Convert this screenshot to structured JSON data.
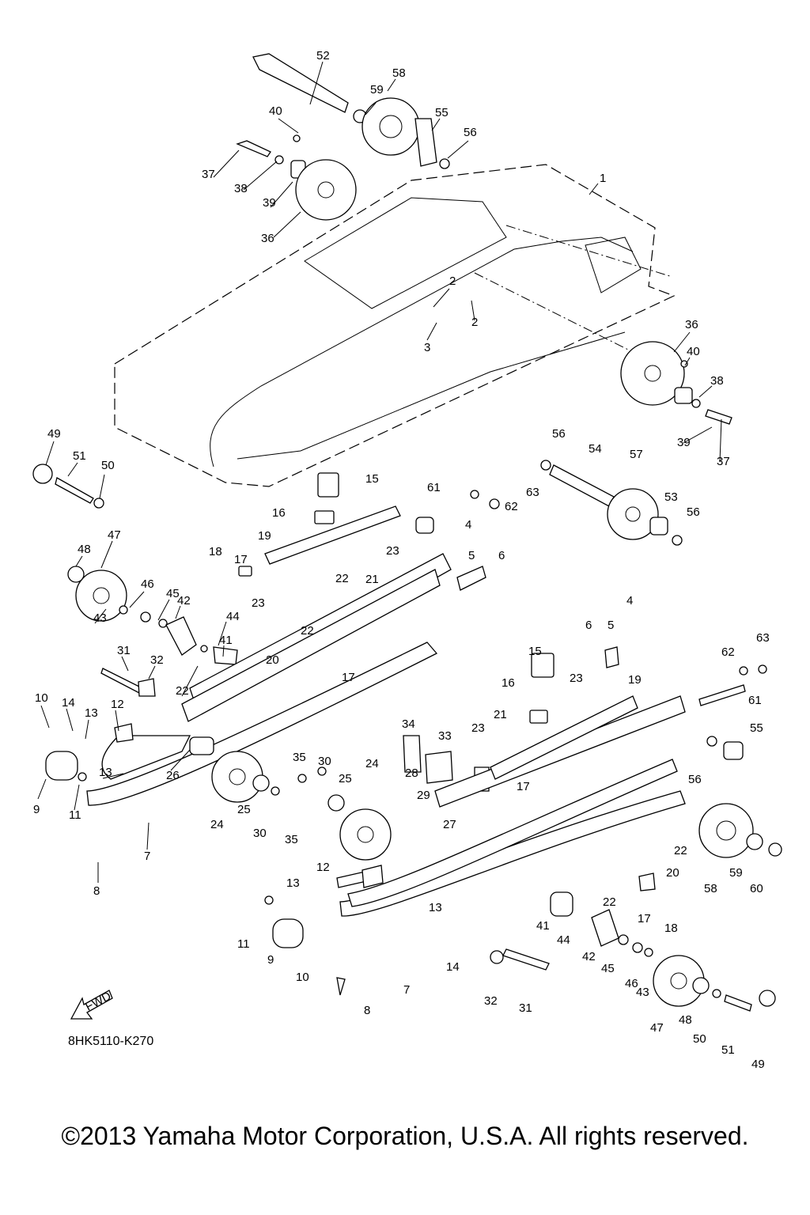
{
  "diagram_code": "8HK5110-K270",
  "fwd_label": "FWD",
  "copyright": "©2013 Yamaha Motor Corporation, U.S.A. All rights reserved.",
  "callouts": [
    "52",
    "58",
    "59",
    "40",
    "55",
    "56",
    "37",
    "38",
    "39",
    "36",
    "1",
    "2",
    "2",
    "3",
    "36",
    "40",
    "38",
    "39",
    "37",
    "49",
    "51",
    "50",
    "47",
    "48",
    "46",
    "45",
    "43",
    "42",
    "44",
    "41",
    "31",
    "32",
    "22",
    "10",
    "14",
    "13",
    "12",
    "9",
    "11",
    "13",
    "26",
    "7",
    "8",
    "15",
    "16",
    "19",
    "18",
    "17",
    "23",
    "21",
    "22",
    "22",
    "23",
    "20",
    "17",
    "56",
    "54",
    "57",
    "61",
    "63",
    "62",
    "53",
    "56",
    "4",
    "5",
    "6",
    "4",
    "6",
    "5",
    "63",
    "62",
    "15",
    "16",
    "23",
    "19",
    "61",
    "21",
    "23",
    "34",
    "33",
    "28",
    "29",
    "27",
    "17",
    "35",
    "30",
    "25",
    "24",
    "25",
    "24",
    "30",
    "35",
    "55",
    "56",
    "58",
    "59",
    "60",
    "22",
    "20",
    "12",
    "13",
    "13",
    "11",
    "9",
    "10",
    "7",
    "8",
    "14",
    "41",
    "44",
    "42",
    "45",
    "46",
    "43",
    "22",
    "17",
    "18",
    "47",
    "48",
    "50",
    "51",
    "49",
    "32",
    "31"
  ]
}
